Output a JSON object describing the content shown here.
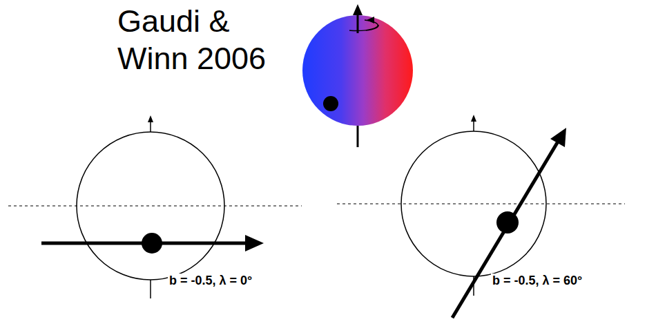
{
  "diagram": {
    "labels": [
      "Gaudi & Winn 2006",
      "b = -0.5, λ = 0°",
      "b = -0.5, λ = 60°"
    ]
  }
}
